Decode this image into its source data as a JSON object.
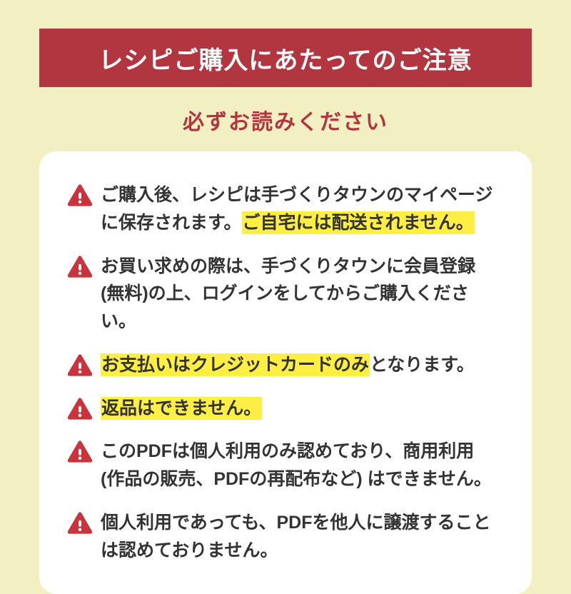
{
  "banner": {
    "title": "レシピご購入にあたってのご注意"
  },
  "subtitle": "必ずお読みください",
  "colors": {
    "background": "#f2efc2",
    "banner_red": "#b2363f",
    "warning_icon_red": "#c8333c",
    "highlight_yellow": "#ffef45",
    "text": "#333333"
  },
  "notices": [
    {
      "segments": [
        {
          "text": "ご購入後、レシピは手づくりタウンのマイページ\nに保存されます。",
          "highlight": false
        },
        {
          "text": "ご自宅には配送されません。",
          "highlight": true
        }
      ]
    },
    {
      "segments": [
        {
          "text": "お買い求めの際は、手づくりタウンに会員登録\n(無料)の上、ログインをしてからご購入ください。",
          "highlight": false
        }
      ]
    },
    {
      "segments": [
        {
          "text": "お支払いはクレジットカードのみ",
          "highlight": true
        },
        {
          "text": "となります。",
          "highlight": false
        }
      ]
    },
    {
      "segments": [
        {
          "text": "返品はできません。",
          "highlight": true
        }
      ]
    },
    {
      "segments": [
        {
          "text": "このPDFは個人利用のみ認めており、商用利用\n(作品の販売、PDFの再配布など) はできません。",
          "highlight": false
        }
      ]
    },
    {
      "segments": [
        {
          "text": "個人利用であっても、PDFを他人に譲渡すること\nは認めておりません。",
          "highlight": false
        }
      ]
    }
  ]
}
